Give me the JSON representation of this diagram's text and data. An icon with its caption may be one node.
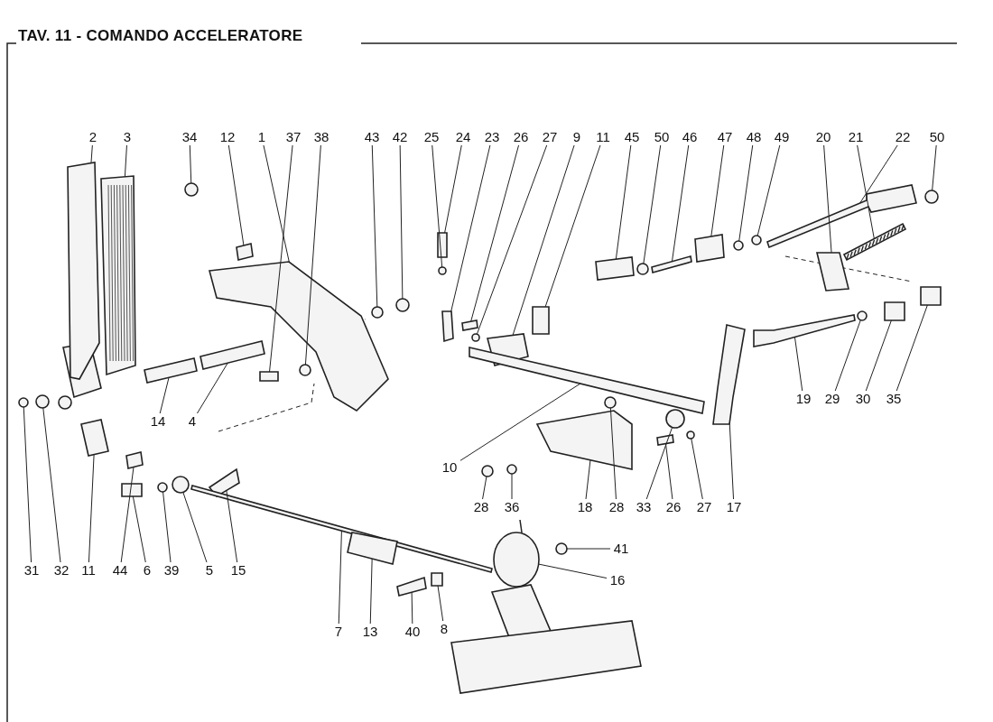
{
  "diagram": {
    "title": "TAV. 11 - COMANDO ACCELERATORE",
    "nodes": [
      {
        "text": [
          "2"
        ]
      },
      {
        "text": [
          "3"
        ]
      },
      {
        "text": [
          "34"
        ]
      },
      {
        "text": [
          "12"
        ]
      },
      {
        "text": [
          "1"
        ]
      },
      {
        "text": [
          "37"
        ]
      },
      {
        "text": [
          "38"
        ]
      },
      {
        "text": [
          "43"
        ]
      },
      {
        "text": [
          "42"
        ]
      },
      {
        "text": [
          "25"
        ]
      },
      {
        "text": [
          "24"
        ]
      },
      {
        "text": [
          "23"
        ]
      },
      {
        "text": [
          "26"
        ]
      },
      {
        "text": [
          "27"
        ]
      },
      {
        "text": [
          "9"
        ]
      },
      {
        "text": [
          "11"
        ]
      },
      {
        "text": [
          "45"
        ]
      },
      {
        "text": [
          "50"
        ]
      },
      {
        "text": [
          "46"
        ]
      },
      {
        "text": [
          "47"
        ]
      },
      {
        "text": [
          "48"
        ]
      },
      {
        "text": [
          "49"
        ]
      },
      {
        "text": [
          "20"
        ]
      },
      {
        "text": [
          "21"
        ]
      },
      {
        "text": [
          "22"
        ]
      },
      {
        "text": [
          "50"
        ]
      },
      {
        "text": [
          "19"
        ]
      },
      {
        "text": [
          "29"
        ]
      },
      {
        "text": [
          "30"
        ]
      },
      {
        "text": [
          "35"
        ]
      },
      {
        "text": [
          "14"
        ]
      },
      {
        "text": [
          "4"
        ]
      },
      {
        "text": [
          "10"
        ]
      },
      {
        "text": [
          "28"
        ]
      },
      {
        "text": [
          "36"
        ]
      },
      {
        "text": [
          "18"
        ]
      },
      {
        "text": [
          "28"
        ]
      },
      {
        "text": [
          "33"
        ]
      },
      {
        "text": [
          "26"
        ]
      },
      {
        "text": [
          "27"
        ]
      },
      {
        "text": [
          "17"
        ]
      },
      {
        "text": [
          "31"
        ]
      },
      {
        "text": [
          "32"
        ]
      },
      {
        "text": [
          "11"
        ]
      },
      {
        "text": [
          "44"
        ]
      },
      {
        "text": [
          "6"
        ]
      },
      {
        "text": [
          "39"
        ]
      },
      {
        "text": [
          "5"
        ]
      },
      {
        "text": [
          "15"
        ]
      },
      {
        "text": [
          "41"
        ]
      },
      {
        "text": [
          "16"
        ]
      },
      {
        "text": [
          "7"
        ]
      },
      {
        "text": [
          "13"
        ]
      },
      {
        "text": [
          "40"
        ]
      },
      {
        "text": [
          "8"
        ]
      },
      {
        "text": [],
        "shape": "box"
      },
      {
        "text": [],
        "shape": "picture"
      },
      {
        "text": [],
        "shape": "circle"
      },
      {
        "text": [],
        "shape": "box"
      },
      {
        "text": [],
        "shape": "picture"
      },
      {
        "text": [],
        "shape": "box"
      },
      {
        "text": [],
        "shape": "circle"
      },
      {
        "text": [],
        "shape": "circle"
      },
      {
        "text": [],
        "shape": "circle"
      },
      {
        "text": [],
        "shape": "circle"
      },
      {
        "text": [],
        "shape": "box"
      },
      {
        "text": [],
        "shape": "box"
      },
      {
        "text": [],
        "shape": "box"
      },
      {
        "text": [],
        "shape": "circle"
      },
      {
        "text": [],
        "shape": "picture"
      },
      {
        "text": [],
        "shape": "box"
      },
      {
        "text": [],
        "shape": "box"
      },
      {
        "text": [],
        "shape": "circle"
      },
      {
        "text": [],
        "shape": "bar"
      },
      {
        "text": [],
        "shape": "box"
      },
      {
        "text": [],
        "shape": "circle"
      },
      {
        "text": [],
        "shape": "circle"
      },
      {
        "text": [],
        "shape": "picture"
      },
      {
        "text": [],
        "shape": "picture"
      },
      {
        "text": [],
        "shape": "picture"
      },
      {
        "text": [],
        "shape": "circle"
      },
      {
        "text": [],
        "shape": "picture"
      },
      {
        "text": [],
        "shape": "circle"
      },
      {
        "text": [],
        "shape": "box"
      },
      {
        "text": [],
        "shape": "box"
      },
      {
        "text": [],
        "shape": "box"
      },
      {
        "text": [],
        "shape": "box"
      },
      {
        "text": [],
        "shape": "picture"
      },
      {
        "text": [],
        "shape": "circle"
      },
      {
        "text": [],
        "shape": "circle"
      },
      {
        "text": [],
        "shape": "picture"
      },
      {
        "text": [],
        "shape": "circle"
      },
      {
        "text": [],
        "shape": "circle"
      },
      {
        "text": [],
        "shape": "box"
      },
      {
        "text": [],
        "shape": "circle"
      },
      {
        "text": [],
        "shape": "picture"
      },
      {
        "text": [],
        "shape": "circle"
      },
      {
        "text": [],
        "shape": "circle"
      },
      {
        "text": [],
        "shape": "picture"
      },
      {
        "text": [],
        "shape": "box"
      },
      {
        "text": [],
        "shape": "box"
      },
      {
        "text": [],
        "shape": "circle"
      },
      {
        "text": [],
        "shape": "circle"
      },
      {
        "text": [],
        "shape": "picture"
      },
      {
        "text": [],
        "shape": "circle"
      },
      {
        "text": [],
        "shape": "circle"
      },
      {
        "text": [],
        "shape": "picture"
      },
      {
        "text": [],
        "shape": "picture"
      },
      {
        "text": [],
        "shape": "box"
      },
      {
        "text": [],
        "shape": "box"
      }
    ],
    "edges": [
      {
        "from": 0,
        "to": 55,
        "arrow": "none"
      },
      {
        "from": 1,
        "to": 56,
        "arrow": "none"
      },
      {
        "from": 2,
        "to": 57,
        "arrow": "none"
      },
      {
        "from": 3,
        "to": 58,
        "arrow": "none"
      },
      {
        "from": 4,
        "to": 59,
        "arrow": "none"
      },
      {
        "from": 5,
        "to": 60,
        "arrow": "none"
      },
      {
        "from": 6,
        "to": 61,
        "arrow": "none"
      },
      {
        "from": 7,
        "to": 62,
        "arrow": "none"
      },
      {
        "from": 8,
        "to": 63,
        "arrow": "none"
      },
      {
        "from": 9,
        "to": 64,
        "arrow": "none"
      },
      {
        "from": 10,
        "to": 65,
        "arrow": "none"
      },
      {
        "from": 11,
        "to": 66,
        "arrow": "none"
      },
      {
        "from": 12,
        "to": 67,
        "arrow": "none"
      },
      {
        "from": 13,
        "to": 68,
        "arrow": "none"
      },
      {
        "from": 14,
        "to": 69,
        "arrow": "none"
      },
      {
        "from": 15,
        "to": 70,
        "arrow": "none"
      },
      {
        "from": 16,
        "to": 71,
        "arrow": "none"
      },
      {
        "from": 17,
        "to": 72,
        "arrow": "none"
      },
      {
        "from": 18,
        "to": 73,
        "arrow": "none"
      },
      {
        "from": 19,
        "to": 74,
        "arrow": "none"
      },
      {
        "from": 20,
        "to": 75,
        "arrow": "none"
      },
      {
        "from": 21,
        "to": 76,
        "arrow": "none"
      },
      {
        "from": 22,
        "to": 77,
        "arrow": "none"
      },
      {
        "from": 23,
        "to": 78,
        "arrow": "none"
      },
      {
        "from": 24,
        "to": 79,
        "arrow": "none"
      },
      {
        "from": 25,
        "to": 80,
        "arrow": "none"
      },
      {
        "from": 26,
        "to": 81,
        "arrow": "none"
      },
      {
        "from": 27,
        "to": 82,
        "arrow": "none"
      },
      {
        "from": 28,
        "to": 83,
        "arrow": "none"
      },
      {
        "from": 29,
        "to": 84,
        "arrow": "none"
      },
      {
        "from": 30,
        "to": 85,
        "arrow": "none"
      },
      {
        "from": 31,
        "to": 86,
        "arrow": "none"
      },
      {
        "from": 32,
        "to": 87,
        "arrow": "none"
      },
      {
        "from": 33,
        "to": 88,
        "arrow": "none"
      },
      {
        "from": 34,
        "to": 89,
        "arrow": "none"
      },
      {
        "from": 35,
        "to": 90,
        "arrow": "none"
      },
      {
        "from": 36,
        "to": 91,
        "arrow": "none"
      },
      {
        "from": 37,
        "to": 92,
        "arrow": "none"
      },
      {
        "from": 38,
        "to": 93,
        "arrow": "none"
      },
      {
        "from": 39,
        "to": 94,
        "arrow": "none"
      },
      {
        "from": 40,
        "to": 95,
        "arrow": "none"
      },
      {
        "from": 41,
        "to": 96,
        "arrow": "none"
      },
      {
        "from": 42,
        "to": 97,
        "arrow": "none"
      },
      {
        "from": 43,
        "to": 98,
        "arrow": "none"
      },
      {
        "from": 44,
        "to": 99,
        "arrow": "none"
      },
      {
        "from": 45,
        "to": 100,
        "arrow": "none"
      },
      {
        "from": 46,
        "to": 101,
        "arrow": "none"
      },
      {
        "from": 47,
        "to": 102,
        "arrow": "none"
      },
      {
        "from": 48,
        "to": 103,
        "arrow": "none"
      },
      {
        "from": 49,
        "to": 104,
        "arrow": "none"
      },
      {
        "from": 50,
        "to": 105,
        "arrow": "none"
      },
      {
        "from": 51,
        "to": 106,
        "arrow": "none"
      },
      {
        "from": 52,
        "to": 107,
        "arrow": "none"
      },
      {
        "from": 53,
        "to": 108,
        "arrow": "none"
      },
      {
        "from": 54,
        "to": 109,
        "arrow": "none"
      }
    ]
  }
}
